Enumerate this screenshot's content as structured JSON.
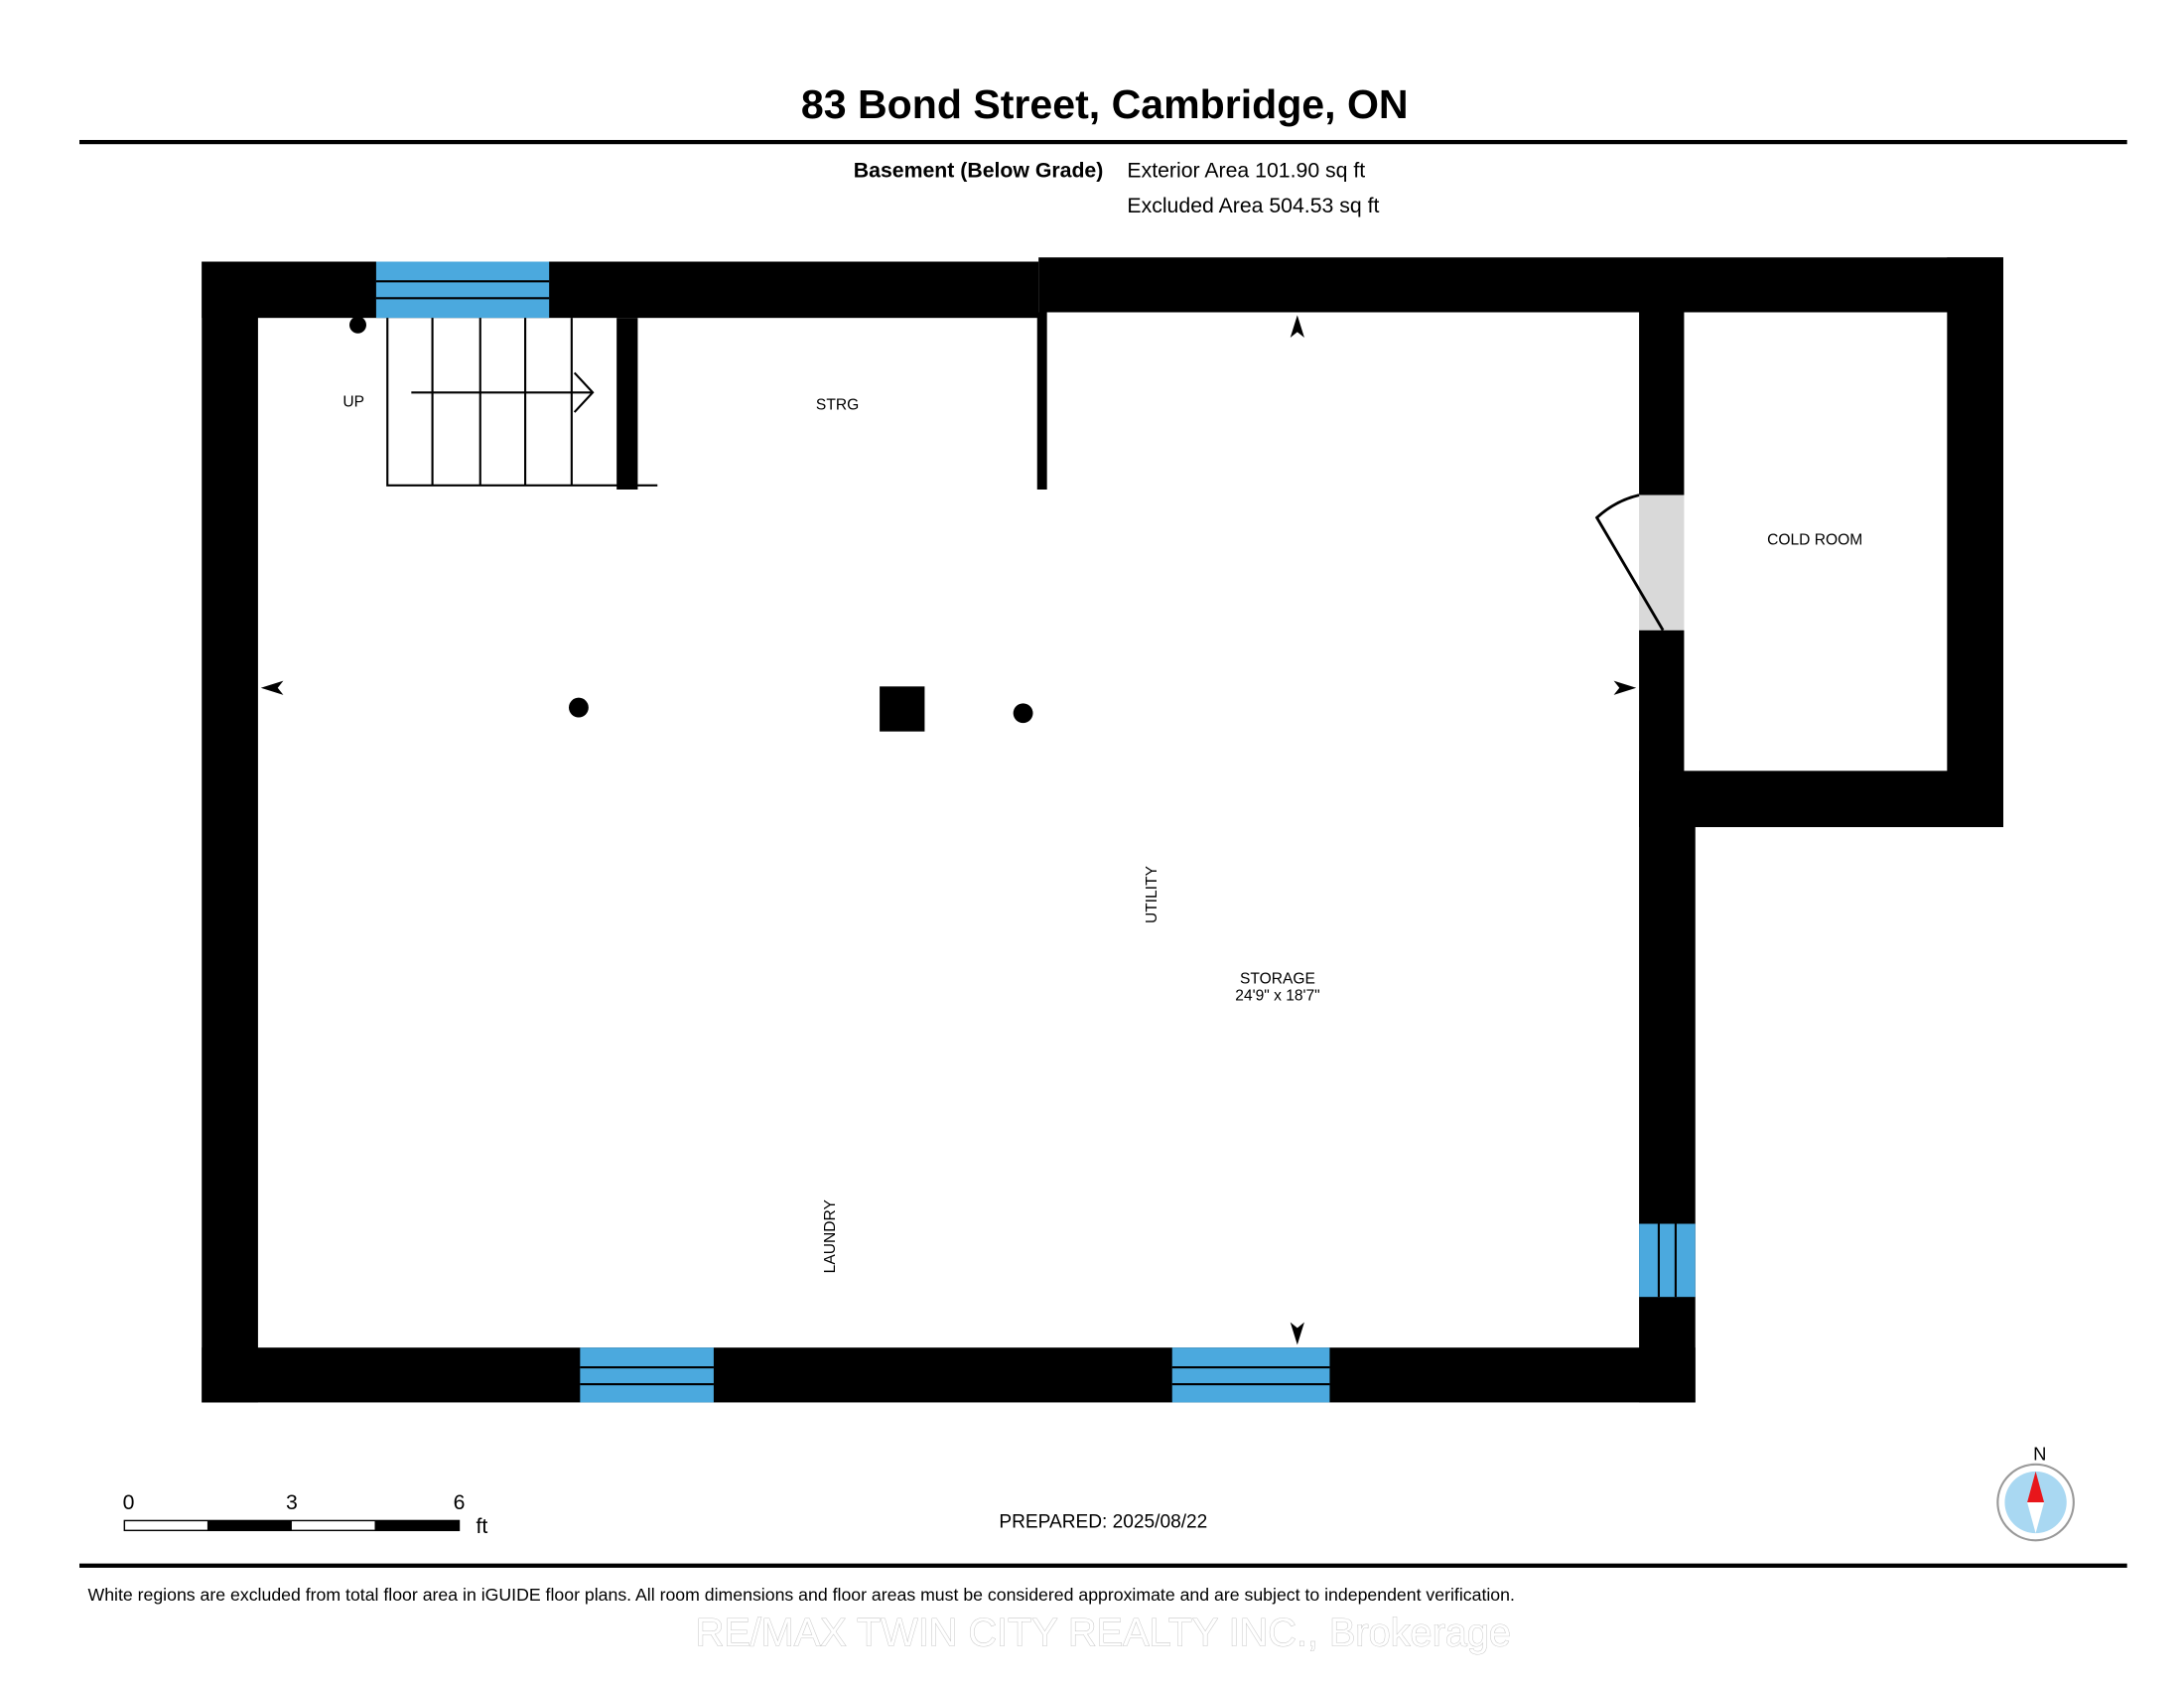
{
  "header": {
    "title": "83 Bond Street, Cambridge, ON",
    "floor_label": "Basement (Below Grade)",
    "exterior_area": "Exterior Area 101.90 sq ft",
    "excluded_area": "Excluded Area 504.53 sq ft"
  },
  "rooms": {
    "up": "UP",
    "strg": "STRG",
    "cold_room": "COLD ROOM",
    "utility": "UTILITY",
    "storage": "STORAGE",
    "storage_dims": "24'9\" x 18'7\"",
    "laundry": "LAUNDRY"
  },
  "scale": {
    "tick0": "0",
    "tick1": "3",
    "tick2": "6",
    "unit": "ft"
  },
  "prepared": "PREPARED: 2025/08/22",
  "compass": {
    "north": "N"
  },
  "footer": {
    "disclaimer": "White regions are excluded from total floor area in iGUIDE floor plans. All room dimensions and floor areas must be considered approximate and are subject to independent verification.",
    "watermark": "RE/MAX TWIN CITY REALTY INC., Brokerage"
  },
  "colors": {
    "wall": "#000000",
    "window": "#4ba9de",
    "door_fill": "#d9d9d9",
    "compass_red": "#e8161b",
    "compass_blue": "#a9d8f2"
  }
}
